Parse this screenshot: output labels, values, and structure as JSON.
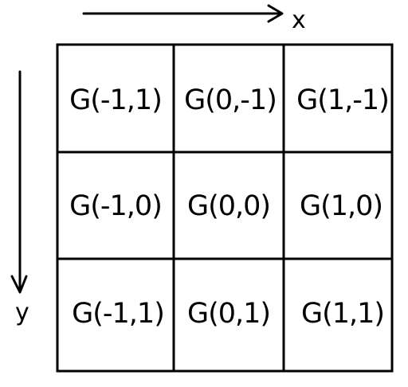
{
  "axes": {
    "x_label": "x",
    "y_label": "y"
  },
  "grid": {
    "rows": [
      [
        "G(-1,1)",
        "G(0,-1)",
        "G(1,-1)"
      ],
      [
        "G(-1,0)",
        "G(0,0)",
        "G(1,0)"
      ],
      [
        "G(-1,1)",
        "G(0,1)",
        "G(1,1)"
      ]
    ]
  },
  "colors": {
    "ink": "#000000",
    "background": "#ffffff"
  }
}
